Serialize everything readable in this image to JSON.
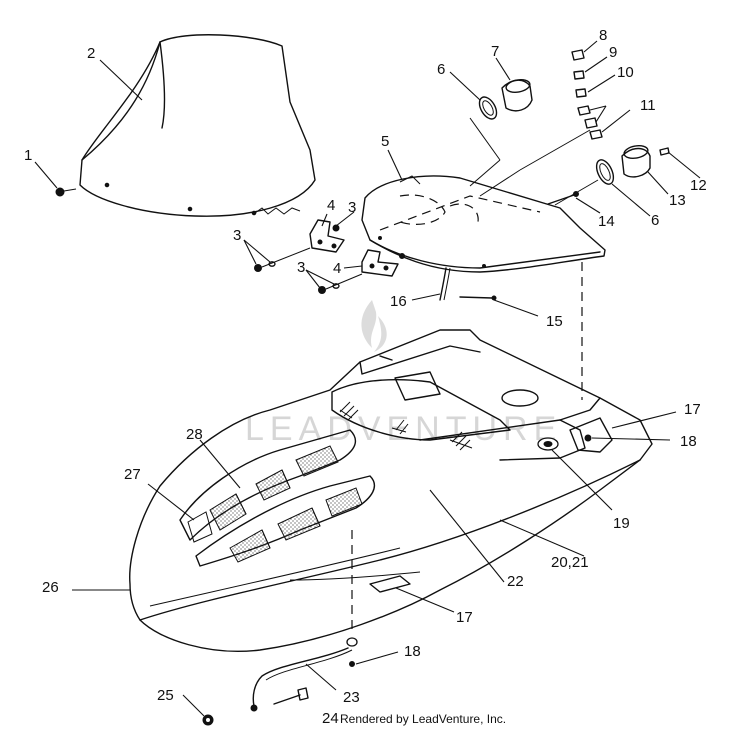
{
  "callouts": [
    {
      "id": "1",
      "text": "1"
    },
    {
      "id": "2",
      "text": "2"
    },
    {
      "id": "3a",
      "text": "3"
    },
    {
      "id": "3b",
      "text": "3"
    },
    {
      "id": "3c",
      "text": "3"
    },
    {
      "id": "4a",
      "text": "4"
    },
    {
      "id": "4b",
      "text": "4"
    },
    {
      "id": "5",
      "text": "5"
    },
    {
      "id": "6a",
      "text": "6"
    },
    {
      "id": "6b",
      "text": "6"
    },
    {
      "id": "7",
      "text": "7"
    },
    {
      "id": "8",
      "text": "8"
    },
    {
      "id": "9",
      "text": "9"
    },
    {
      "id": "10",
      "text": "10"
    },
    {
      "id": "11",
      "text": "11"
    },
    {
      "id": "12",
      "text": "12"
    },
    {
      "id": "13",
      "text": "13"
    },
    {
      "id": "14",
      "text": "14"
    },
    {
      "id": "15",
      "text": "15"
    },
    {
      "id": "16",
      "text": "16"
    },
    {
      "id": "17a",
      "text": "17"
    },
    {
      "id": "17b",
      "text": "17"
    },
    {
      "id": "18a",
      "text": "18"
    },
    {
      "id": "18b",
      "text": "18"
    },
    {
      "id": "19",
      "text": "19"
    },
    {
      "id": "20_21",
      "text": "20,21"
    },
    {
      "id": "22",
      "text": "22"
    },
    {
      "id": "23",
      "text": "23"
    },
    {
      "id": "24",
      "text": "24"
    },
    {
      "id": "25",
      "text": "25"
    },
    {
      "id": "26",
      "text": "26"
    },
    {
      "id": "27",
      "text": "27"
    },
    {
      "id": "28",
      "text": "28"
    }
  ],
  "credit": "Rendered by LeadVenture, Inc.",
  "watermark": "LEADVENTURE"
}
